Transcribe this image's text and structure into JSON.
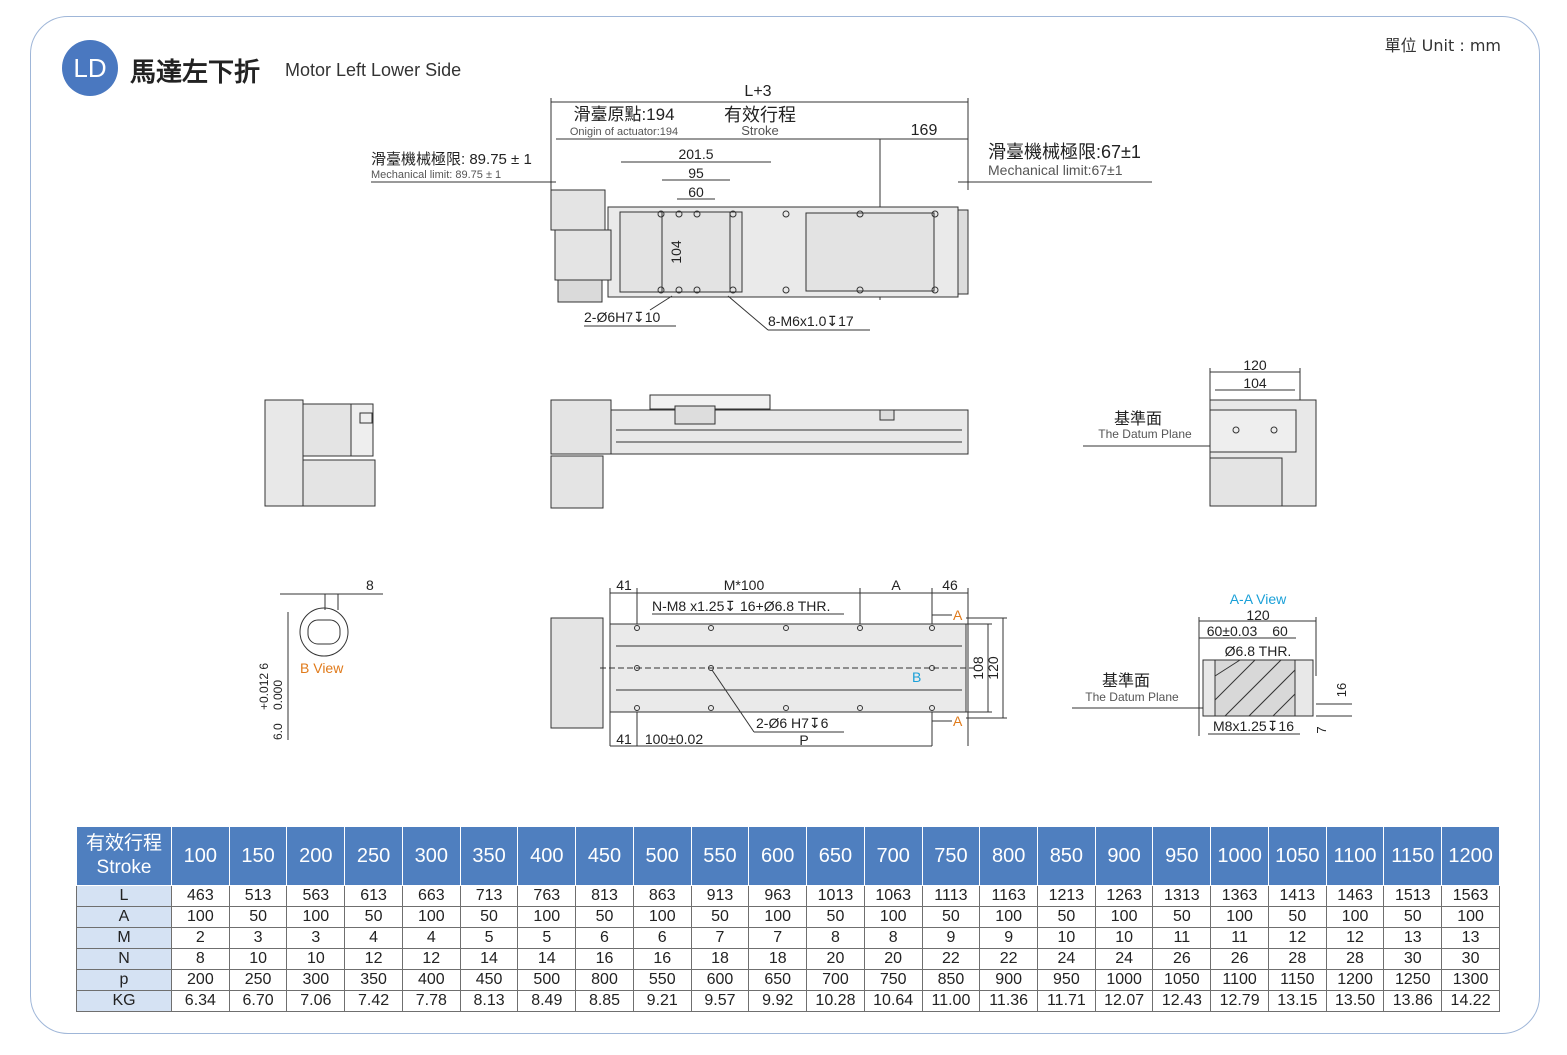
{
  "header": {
    "badge": "LD",
    "title_zh": "馬達左下折",
    "title_en": "Motor Left Lower Side",
    "unit": "單位 Unit : mm"
  },
  "top_view": {
    "overall": "L+3",
    "origin_zh": "滑臺原點:194",
    "origin_en": "Onigin of actuator:194",
    "stroke_zh": "有效行程",
    "stroke_en": "Stroke",
    "dim_169": "169",
    "mech_left_zh": "滑臺機械極限: 89.75 ± 1",
    "mech_left_en": "Mechanical limit: 89.75  ± 1",
    "mech_right_zh": "滑臺機械極限:67±1",
    "mech_right_en": "Mechanical limit:67±1",
    "dim_201": "201.5",
    "dim_95": "95",
    "dim_60": "60",
    "dim_104": "104",
    "pin_note": "2-Ø6H7↧10",
    "thread_note": "8-M6x1.0↧17"
  },
  "end_view": {
    "dim_120": "120",
    "dim_104": "104",
    "datum_zh": "基準面",
    "datum_en": "The Datum Plane"
  },
  "b_view": {
    "dim_8": "8",
    "tol": "+0.012 6",
    "tol2": "0.000",
    "dim_6": "6.0",
    "label": "B View"
  },
  "bottom_view": {
    "d41_top": "41",
    "m100": "M*100",
    "a": "A",
    "d46": "46",
    "thread": "N-M8 x1.25↧ 16+Ø6.8 THR.",
    "a_mark1": "A",
    "a_mark2": "A",
    "b_mark": "B",
    "d108": "108",
    "d120": "120",
    "pin": "2-Ø6  H7↧6",
    "d41_bot": "41",
    "d100": "100±0.02",
    "p": "P"
  },
  "aa_view": {
    "label": "A-A View",
    "d120": "120",
    "d60a": "60±0.03",
    "d60b": "60",
    "hole": "Ø6.8  THR.",
    "datum_zh": "基準面",
    "datum_en": "The Datum Plane",
    "thread": "M8x1.25↧16",
    "d16": "16",
    "d7": "7"
  },
  "colors": {
    "accent": "#4a78c0",
    "header_bg": "#4f7fbf",
    "row_bg": "#d5e2f3",
    "orange": "#e07a1a",
    "cyan": "#1aa0d8"
  },
  "table": {
    "header_zh": "有效行程",
    "header_en": "Stroke",
    "strokes": [
      "100",
      "150",
      "200",
      "250",
      "300",
      "350",
      "400",
      "450",
      "500",
      "550",
      "600",
      "650",
      "700",
      "750",
      "800",
      "850",
      "900",
      "950",
      "1000",
      "1050",
      "1100",
      "1150",
      "1200"
    ],
    "rows": [
      {
        "label": "L",
        "values": [
          "463",
          "513",
          "563",
          "613",
          "663",
          "713",
          "763",
          "813",
          "863",
          "913",
          "963",
          "1013",
          "1063",
          "1113",
          "1163",
          "1213",
          "1263",
          "1313",
          "1363",
          "1413",
          "1463",
          "1513",
          "1563"
        ]
      },
      {
        "label": "A",
        "values": [
          "100",
          "50",
          "100",
          "50",
          "100",
          "50",
          "100",
          "50",
          "100",
          "50",
          "100",
          "50",
          "100",
          "50",
          "100",
          "50",
          "100",
          "50",
          "100",
          "50",
          "100",
          "50",
          "100"
        ]
      },
      {
        "label": "M",
        "values": [
          "2",
          "3",
          "3",
          "4",
          "4",
          "5",
          "5",
          "6",
          "6",
          "7",
          "7",
          "8",
          "8",
          "9",
          "9",
          "10",
          "10",
          "11",
          "11",
          "12",
          "12",
          "13",
          "13"
        ]
      },
      {
        "label": "N",
        "values": [
          "8",
          "10",
          "10",
          "12",
          "12",
          "14",
          "14",
          "16",
          "16",
          "18",
          "18",
          "20",
          "20",
          "22",
          "22",
          "24",
          "24",
          "26",
          "26",
          "28",
          "28",
          "30",
          "30"
        ]
      },
      {
        "label": "p",
        "values": [
          "200",
          "250",
          "300",
          "350",
          "400",
          "450",
          "500",
          "800",
          "550",
          "600",
          "650",
          "700",
          "750",
          "850",
          "900",
          "950",
          "1000",
          "1050",
          "1100",
          "1150",
          "1200",
          "1250",
          "1300"
        ]
      },
      {
        "label": "KG",
        "values": [
          "6.34",
          "6.70",
          "7.06",
          "7.42",
          "7.78",
          "8.13",
          "8.49",
          "8.85",
          "9.21",
          "9.57",
          "9.92",
          "10.28",
          "10.64",
          "11.00",
          "11.36",
          "11.71",
          "12.07",
          "12.43",
          "12.79",
          "13.15",
          "13.50",
          "13.86",
          "14.22"
        ]
      }
    ]
  }
}
